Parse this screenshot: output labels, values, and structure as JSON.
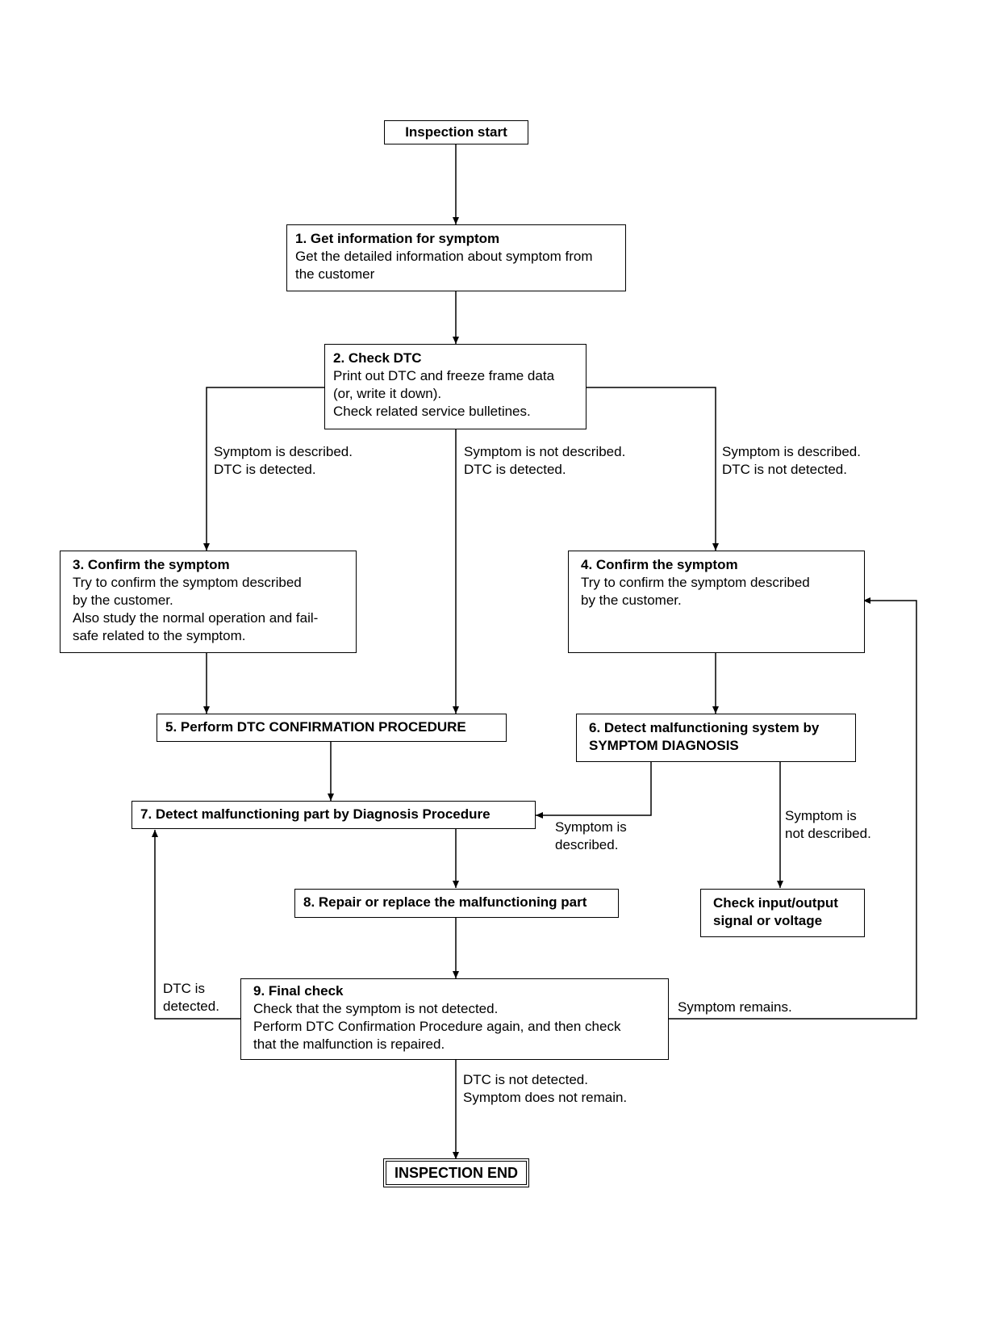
{
  "start": {
    "label": "Inspection start"
  },
  "step1": {
    "title": "1. Get information for symptom",
    "lines": [
      "Get the detailed information about symptom from",
      "the customer"
    ]
  },
  "step2": {
    "title": "2. Check DTC",
    "lines": [
      "Print out DTC and freeze frame data",
      "(or, write it down).",
      "Check related service bulletines."
    ]
  },
  "branch_left": {
    "line1": "Symptom is described.",
    "line2": "DTC is detected."
  },
  "branch_mid": {
    "line1": "Symptom is not described.",
    "line2": "DTC is detected."
  },
  "branch_right": {
    "line1": "Symptom is described.",
    "line2": "DTC is not detected."
  },
  "step3": {
    "title": "3. Confirm the symptom",
    "lines": [
      "Try to confirm the symptom described",
      "by the customer.",
      "Also study the normal operation and fail-",
      "safe related to the symptom."
    ]
  },
  "step4": {
    "title": "4. Confirm the symptom",
    "lines": [
      "Try to confirm the symptom described",
      "by the customer."
    ]
  },
  "step5": {
    "title": "5. Perform DTC CONFIRMATION PROCEDURE"
  },
  "step6": {
    "title_line1": "6. Detect malfunctioning system by",
    "title_line2": "SYMPTOM DIAGNOSIS"
  },
  "step7": {
    "title": "7. Detect malfunctioning part by Diagnosis Procedure"
  },
  "label_6_to_7": {
    "line1": "Symptom is",
    "line2": "described."
  },
  "label_6_down": {
    "line1": "Symptom is",
    "line2": "not described."
  },
  "check_io": {
    "line1": "Check input/output",
    "line2": "signal or voltage"
  },
  "step8": {
    "title": "8. Repair or replace the malfunctioning part"
  },
  "step9": {
    "title": "9. Final check",
    "lines": [
      "Check that the symptom is not detected.",
      "Perform DTC Confirmation Procedure again, and then check",
      "that the malfunction is repaired."
    ]
  },
  "label_9_left": {
    "line1": "DTC is",
    "line2": "detected."
  },
  "label_9_right": {
    "line1": "Symptom remains."
  },
  "label_9_down": {
    "line1": "DTC is not detected.",
    "line2": "Symptom does not remain."
  },
  "end": {
    "label": "INSPECTION END"
  }
}
